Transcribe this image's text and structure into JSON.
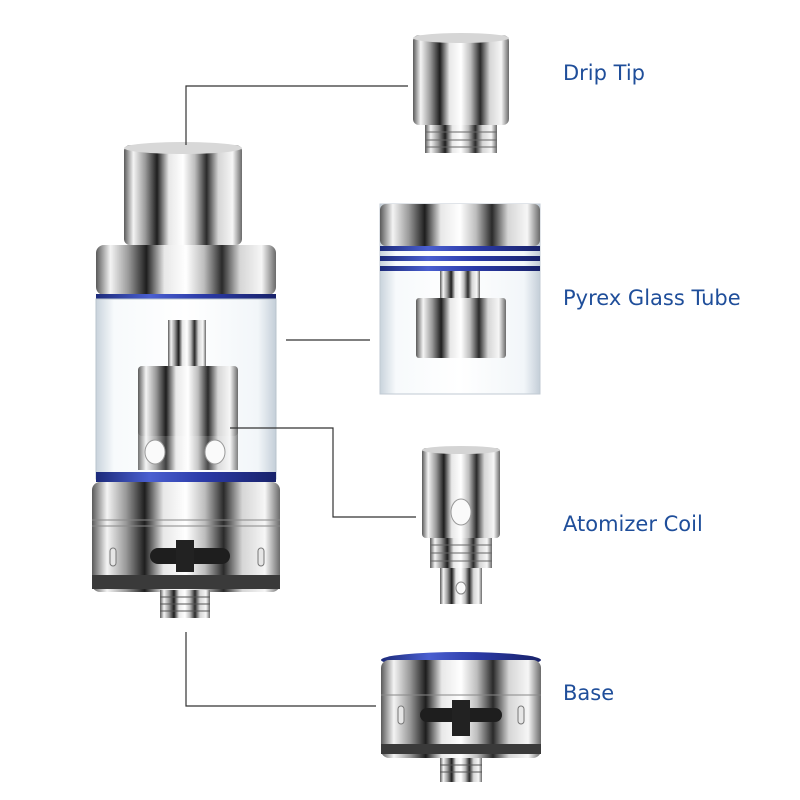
{
  "labels": {
    "drip_tip": "Drip Tip",
    "pyrex_glass_tube": "Pyrex Glass Tube",
    "atomizer_coil": "Atomizer Coil",
    "base": "Base"
  },
  "colors": {
    "label_text": "#1f4e9a",
    "leader_line": "#333333",
    "accent_blue": "#2e3fa8",
    "steel_dark": "#2a2a2a",
    "steel_light": "#f2f2f2",
    "glass": "#eef4f8"
  }
}
